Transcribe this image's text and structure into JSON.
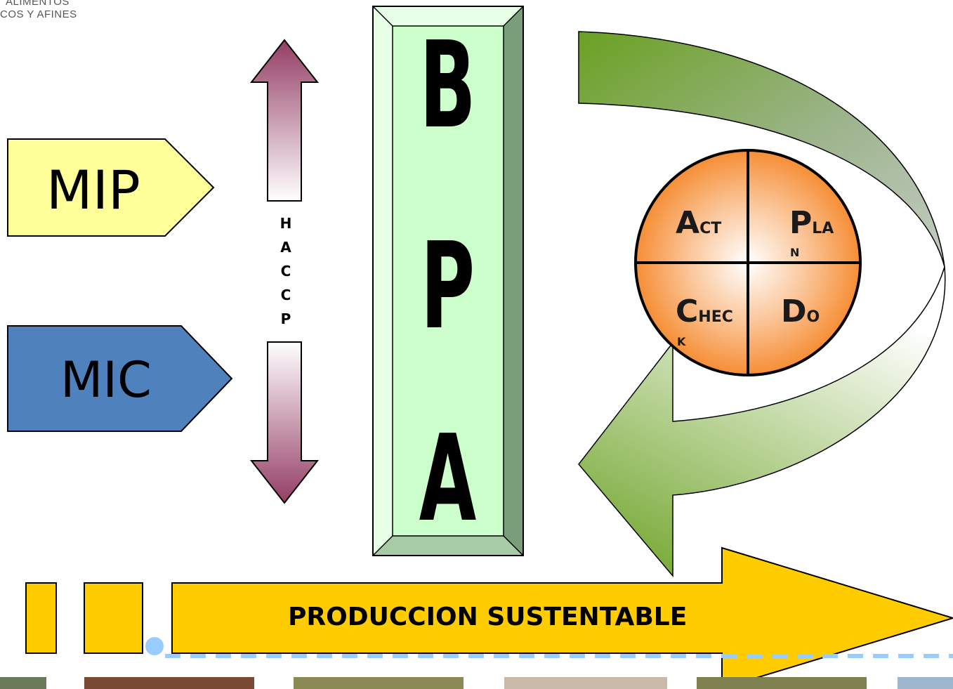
{
  "logo": {
    "line1": "ALIMENTOS",
    "line2": "COS Y AFINES"
  },
  "mip_label": "MIP",
  "mic_label": "MIC",
  "haccp_letters": [
    "H",
    "A",
    "C",
    "C",
    "P"
  ],
  "bpa_letters": [
    "B",
    "P",
    "A"
  ],
  "pdca": {
    "act": {
      "big": "A",
      "small": "CT"
    },
    "plan": {
      "big": "P",
      "small": "LA",
      "wrap": "N"
    },
    "check": {
      "big": "C",
      "small": "HEC",
      "wrap": "K"
    },
    "do": {
      "big": "D",
      "small": "O"
    }
  },
  "produccion_label": "PRODUCCION SUSTENTABLE",
  "colors": {
    "mip_fill": "#FFFF99",
    "mic_fill": "#4F81BD",
    "bpa_fill": "#CCFFCC",
    "bpa_bevel_dark": "#7A9E7A",
    "haccp_arrow": "#943D65",
    "cycle_green": "#6AA121",
    "pdca_orange": "#F58220",
    "prod_arrow": "#FFCC00",
    "dash_blue": "#99CCFF"
  }
}
